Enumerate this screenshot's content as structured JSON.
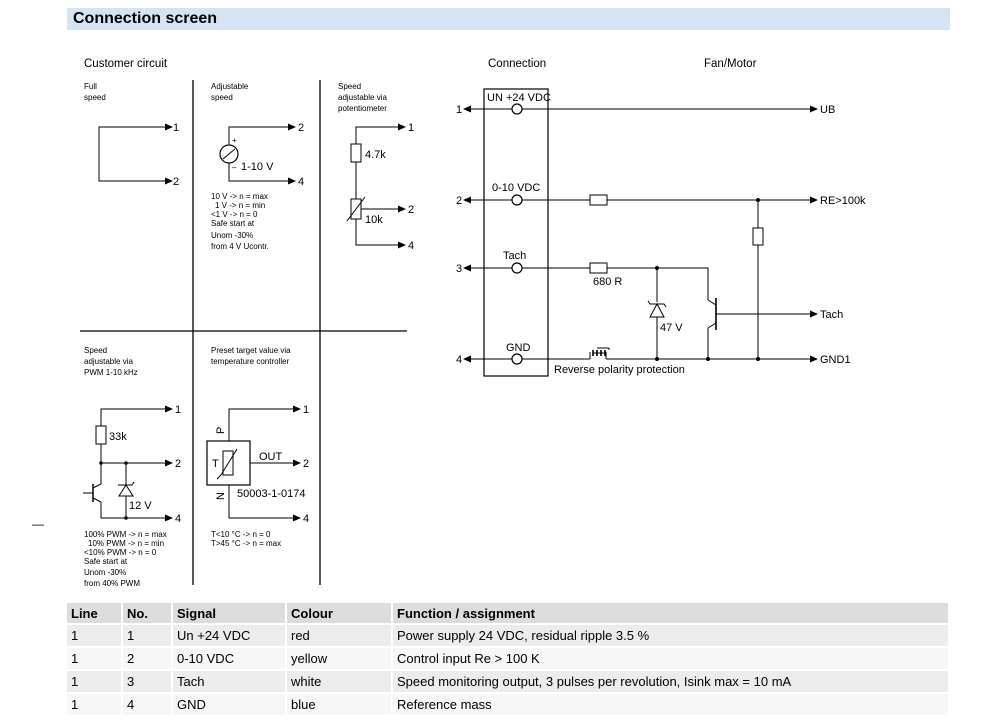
{
  "title": "Connection screen",
  "customer_circuit": {
    "heading": "Customer circuit",
    "full_speed": {
      "label_line1": "Full",
      "label_line2": "speed",
      "terminal_1": "1",
      "terminal_2": "2"
    },
    "adjustable_speed": {
      "label_line1": "Adjustable",
      "label_line2": "speed",
      "plus": "+",
      "minus": "–",
      "voltage": "1-10 V",
      "terminal_2": "2",
      "terminal_4": "4",
      "notes": [
        "10 V -> n = max",
        "1 V -> n = min",
        "<1 V -> n = 0",
        "Safe start at",
        "Unom -30%",
        "from 4 V Ucontr."
      ]
    },
    "potentiometer": {
      "label_line1": "Speed",
      "label_line2": "adjustable via",
      "label_line3": "potentiometer",
      "r1": "4.7k",
      "r2": "10k",
      "terminal_1": "1",
      "terminal_2": "2",
      "terminal_4": "4"
    },
    "pwm": {
      "label_line1": "Speed",
      "label_line2": "adjustable via",
      "label_line3": "PWM 1-10 kHz",
      "resistor": "33k",
      "zener": "12 V",
      "terminal_1": "1",
      "terminal_2": "2",
      "terminal_4": "4",
      "notes": [
        "100% PWM -> n = max",
        "10% PWM -> n = min",
        "<10% PWM -> n = 0",
        "Safe start at",
        "Unom -30%",
        "from 40% PWM"
      ]
    },
    "temperature": {
      "label_line1": "Preset target value via",
      "label_line2": "temperature controller",
      "p": "P",
      "n": "N",
      "t": "T",
      "out": "OUT",
      "part": "50003-1-0174",
      "terminal_1": "1",
      "terminal_2": "2",
      "terminal_4": "4",
      "notes": [
        "T<10 °C -> n = 0",
        "T>45 °C -> n = max"
      ]
    }
  },
  "connection": {
    "heading": "Connection",
    "pins": [
      {
        "number": "1",
        "label": "UN +24 VDC"
      },
      {
        "number": "2",
        "label": "0-10 VDC"
      },
      {
        "number": "3",
        "label": "Tach"
      },
      {
        "number": "4",
        "label": "GND"
      }
    ]
  },
  "fan_motor": {
    "heading": "Fan/Motor",
    "outputs": [
      "UB",
      "RE>100k",
      "Tach",
      "GND1"
    ],
    "resistor": "680 R",
    "zener": "47 V",
    "protection": "Reverse polarity protection"
  },
  "dash_mark": "—",
  "table": {
    "headers": [
      "Line",
      "No.",
      "Signal",
      "Colour",
      "Function / assignment"
    ],
    "rows": [
      [
        "1",
        "1",
        "Un +24 VDC",
        "red",
        "Power supply 24 VDC, residual ripple 3.5 %"
      ],
      [
        "1",
        "2",
        "0-10 VDC",
        "yellow",
        "Control input Re > 100 K"
      ],
      [
        "1",
        "3",
        "Tach",
        "white",
        "Speed monitoring output, 3 pulses per revolution, Isink max = 10 mA"
      ],
      [
        "1",
        "4",
        "GND",
        "blue",
        "Reference mass"
      ]
    ]
  }
}
